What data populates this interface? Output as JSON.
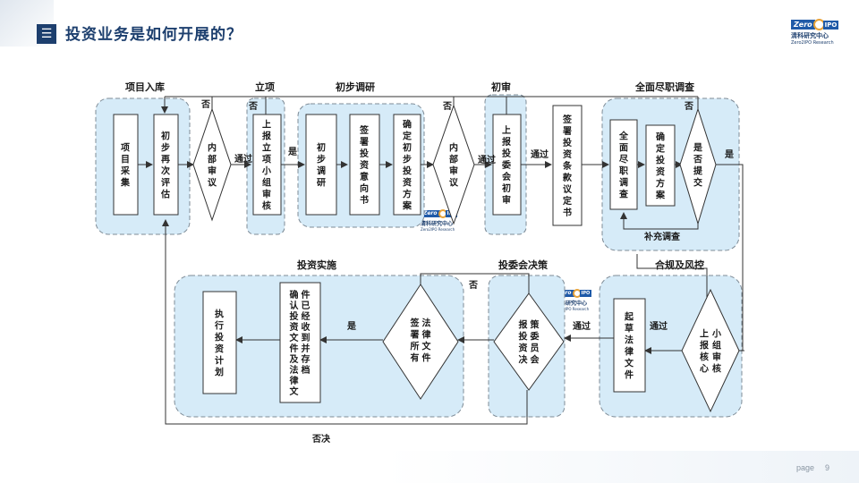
{
  "header": {
    "title": "投资业务是如何开展的？",
    "menu_glyph": "☰"
  },
  "logo": {
    "zero": "Zero",
    "ipo": "IPO",
    "cn": "清科研究中心",
    "en": "Zero2IPO Research"
  },
  "footer": {
    "page_label": "page",
    "page_number": "9"
  },
  "stages": {
    "intake": "项目入库",
    "approval": "立项",
    "research": "初步调研",
    "first_review": "初审",
    "due_diligence": "全面尽职调查",
    "implementation": "投资实施",
    "committee": "投委会决策",
    "compliance": "合规及风控"
  },
  "nodes": {
    "collect": "项目采集",
    "reassess": "初步再次评估",
    "internal_review_1": "内部审议",
    "report_approval": "上报立项小组审核",
    "prelim_research": "初步调研",
    "sign_intent": "签署投资意向书",
    "prelim_plan": "确定初步投资方案",
    "internal_review_2": "内部审议",
    "committee_first_review": "上报投委会初审",
    "sign_terms": "签署投资条款议定书",
    "full_dd": "全面尽职调查",
    "confirm_plan": "确定投资方案",
    "submit_decision": "是否提交",
    "core_review": "上报核心小组审核",
    "draft_legal": "起草法律文件",
    "committee_decision": "报投资决策委员会",
    "legal_signed": "签署所有法律文件",
    "confirm_docs": "确认投资文件及法律文件已经收到并存档",
    "execute_plan": "执行投资计划"
  },
  "edge_labels": {
    "no_1": "否",
    "pass_1": "通过",
    "no_2": "否",
    "yes_1": "是",
    "no_3": "否",
    "pass_2": "通过",
    "pass_3": "通过",
    "no_4": "否",
    "yes_2": "是",
    "supplement": "补充调查",
    "pass_4": "通过",
    "pass_5": "通过",
    "no_5": "否",
    "yes_3": "是",
    "veto": "否决"
  }
}
